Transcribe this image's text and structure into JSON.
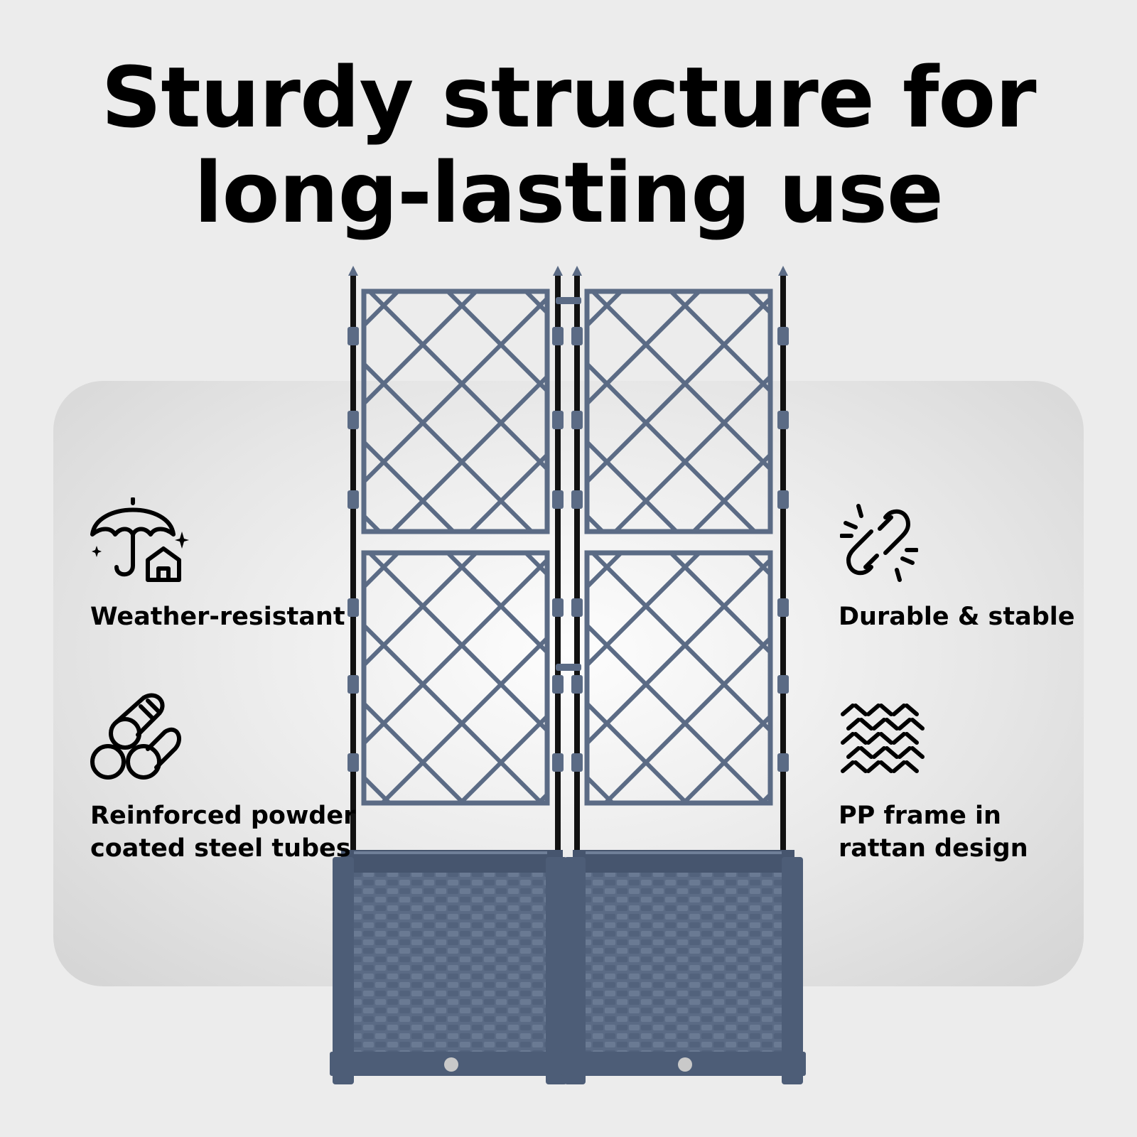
{
  "headline": {
    "line1": "Sturdy structure for",
    "line2": "long-lasting use"
  },
  "features": {
    "weather": {
      "label": "Weather-resistant",
      "icon": "umbrella-house-icon"
    },
    "steel": {
      "label_line1": "Reinforced powder",
      "label_line2": "coated steel tubes",
      "icon": "steel-tubes-icon"
    },
    "durable": {
      "label": "Durable & stable",
      "icon": "broken-chain-link-icon"
    },
    "rattan": {
      "label_line1": "PP frame in",
      "label_line2": "rattan design",
      "icon": "rattan-weave-icon"
    }
  },
  "colors": {
    "background": "#ececec",
    "product": "#5b6b85",
    "tube": "#111111",
    "text": "#000000"
  }
}
